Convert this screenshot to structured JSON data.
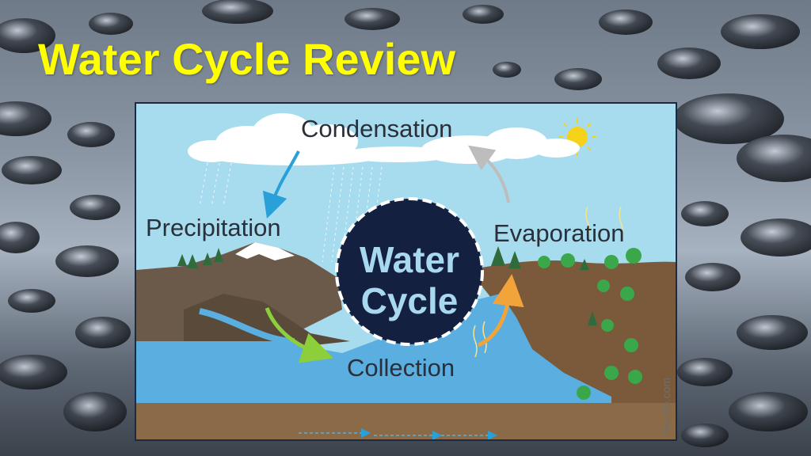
{
  "slide": {
    "title": "Water Cycle Review"
  },
  "diagram": {
    "labels": {
      "condensation": "Condensation",
      "precipitation": "Precipitation",
      "evaporation": "Evaporation",
      "collection": "Collection"
    },
    "center": {
      "line1": "Water",
      "line2": "Cycle"
    },
    "watermark": "Buzzle.com",
    "colors": {
      "title": "#ffff00",
      "sky": "#a7dcef",
      "water": "#5aaee0",
      "land": "#7a5a3a",
      "center_circle": "#14203f",
      "center_text": "#a8d8f0",
      "arrow_precipitation": "#2aa0d8",
      "arrow_condensation": "#bdbdbd",
      "arrow_evaporation": "#f2a33a",
      "arrow_collection": "#8dcf3a",
      "sun": "#f7d21a"
    }
  }
}
